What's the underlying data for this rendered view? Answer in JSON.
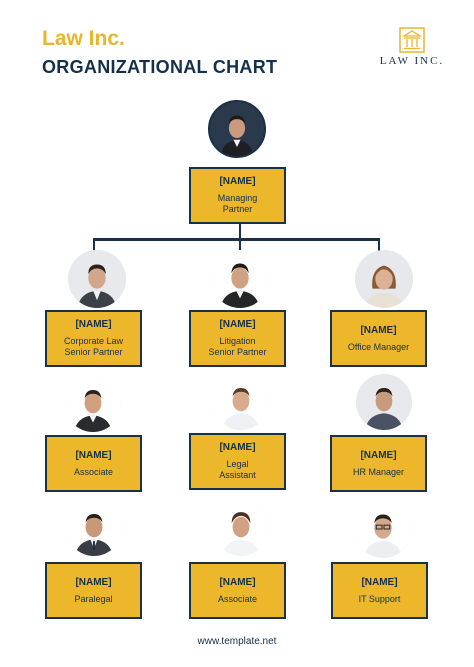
{
  "header": {
    "company": "Law Inc.",
    "chart_title": "ORGANIZATIONAL CHART",
    "logo_text": "LAW INC."
  },
  "nodes": {
    "top": {
      "name": "[NAME]",
      "role": "Managing\nPartner"
    },
    "c1r1": {
      "name": "[NAME]",
      "role": "Corporate Law\nSenior Partner"
    },
    "c2r1": {
      "name": "[NAME]",
      "role": "Litigation\nSenior Partner"
    },
    "c3r1": {
      "name": "[NAME]",
      "role": "Office Manager"
    },
    "c1r2": {
      "name": "[NAME]",
      "role": "Associate"
    },
    "c2r2": {
      "name": "[NAME]",
      "role": "Legal\nAssistant"
    },
    "c3r2": {
      "name": "[NAME]",
      "role": "HR Manager"
    },
    "c1r3": {
      "name": "[NAME]",
      "role": "Paralegal"
    },
    "c2r3": {
      "name": "[NAME]",
      "role": "Associate"
    },
    "c3r3": {
      "name": "[NAME]",
      "role": "IT Support"
    }
  },
  "footer": {
    "url": "www.template.net"
  },
  "colors": {
    "accent": "#ecb72a",
    "navy": "#1b3049"
  }
}
